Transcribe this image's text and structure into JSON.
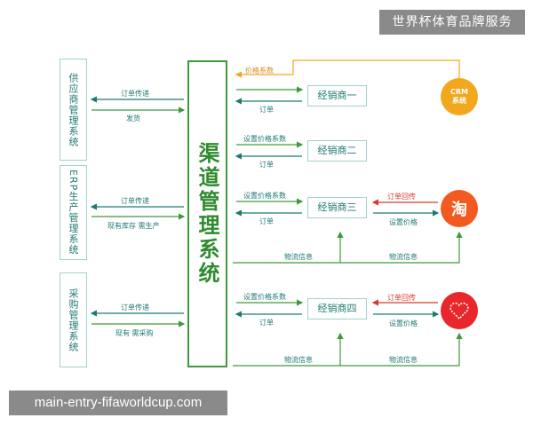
{
  "watermarks": {
    "top": "世界杯体育品牌服务",
    "bottom": "main-entry-fifaworldcup.com"
  },
  "main_system": "渠道管理系统",
  "left_systems": [
    {
      "name": "供应商管理系统",
      "to_label": "订单传递",
      "from_label": "发货"
    },
    {
      "name": "ERP生产管理系统",
      "to_label": "订单传递",
      "from_label": "现有库存 需生产"
    },
    {
      "name": "采购管理系统",
      "to_label": "订单传递",
      "from_label": "现有 需采购"
    }
  ],
  "dealers": [
    {
      "name": "经销商一",
      "out_label": "价格系数",
      "in_label": "订单"
    },
    {
      "name": "经销商二",
      "out_label": "设置价格系数",
      "in_label": "订单"
    },
    {
      "name": "经销商三",
      "out_label": "设置价格系数",
      "in_label": "订单"
    },
    {
      "name": "经销商四",
      "out_label": "设置价格系数",
      "in_label": "订单"
    }
  ],
  "channels": {
    "crm": {
      "line1": "CRM",
      "line2": "系统"
    },
    "taobao": {
      "glyph": "淘",
      "order_label": "订单回传",
      "price_label": "设置价格",
      "logistics_label": "物流信息"
    },
    "store": {
      "order_label": "订单回传",
      "price_label": "设置价格",
      "logistics_label": "物流信息"
    }
  },
  "logistics_label": "物流信息",
  "colors": {
    "green": "#3f9a3c",
    "teal": "#1f7a73",
    "orange": "#f2a81d",
    "red": "#d63a2f"
  }
}
